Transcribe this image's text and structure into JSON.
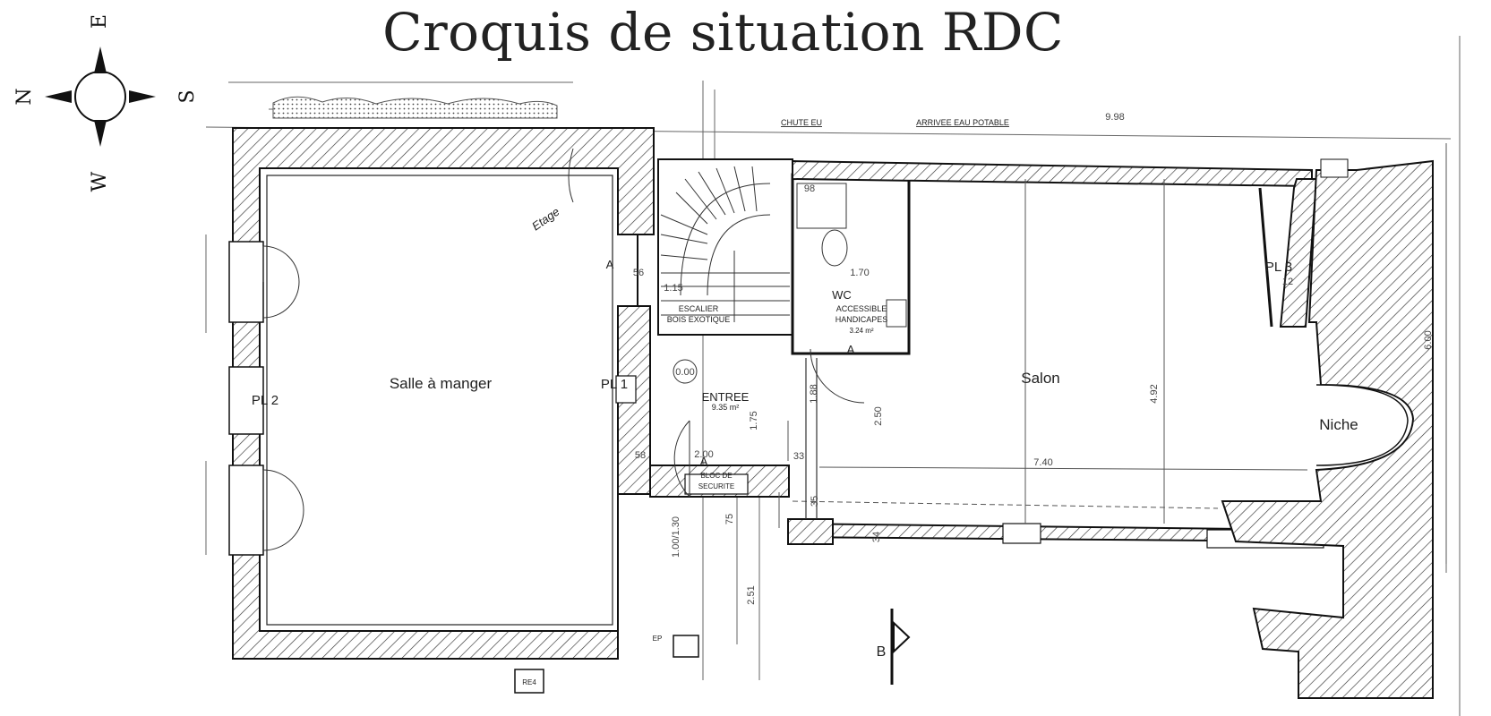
{
  "title": "Croquis de situation RDC",
  "compass": {
    "north": "N",
    "south": "S",
    "east": "E",
    "west": "W"
  },
  "rooms": {
    "salle_a_manger": "Salle à manger",
    "salon": "Salon",
    "niche": "Niche",
    "entree": "ENTREE",
    "entree_area": "9.35 m²",
    "wc": "WC",
    "wc_note1": "ACCESSIBLE",
    "wc_note2": "HANDICAPES",
    "wc_area": "3.24 m²",
    "escalier1": "ESCALIER",
    "escalier2": "BOIS EXOTIQUE",
    "bloc1": "BLOC DE",
    "bloc2": "SECURITE"
  },
  "pillars": {
    "pl1": "PL 1",
    "pl2": "PL 2",
    "pl3": "PL 3"
  },
  "markers": {
    "a": "A",
    "b": "B",
    "etage": "Etage"
  },
  "annotations": {
    "chute": "CHUTE EU",
    "arrivee": "ARRIVEE EAU POTABLE",
    "re": "RE4",
    "ep": "EP"
  },
  "dimensions": {
    "d998": "9.98",
    "d740": "7.40",
    "d492": "4.92",
    "d600": "6.00",
    "d250": "2.50",
    "d251": "2.51",
    "d200": "2.00",
    "d170": "1.70",
    "d115": "1.15",
    "d175": "1.75",
    "d188": "1.88",
    "d56": "56",
    "d58": "58",
    "d33": "33",
    "d34": "34",
    "d35": "35",
    "d75": "75",
    "d12": "12",
    "d98": "98",
    "d100_130": "1.00/1.30",
    "d000": "0.00"
  }
}
